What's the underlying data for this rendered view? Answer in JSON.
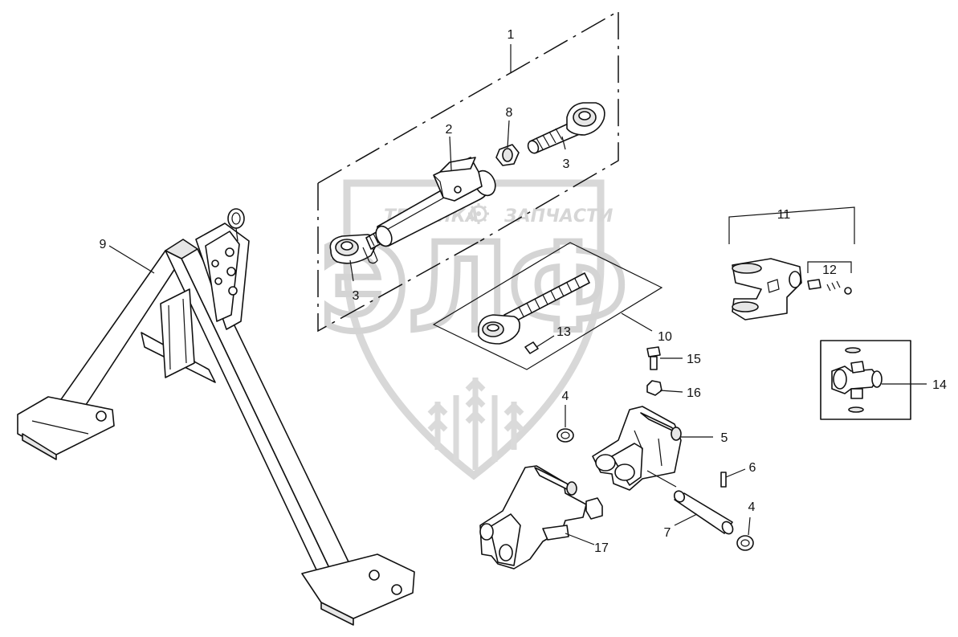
{
  "watermark": {
    "top_left_word": "ТЕХНИКА",
    "top_right_word": "ЗАПЧАСТИ",
    "big_letters": "ЭЛФ",
    "gear_icon": "gear-icon",
    "grain_icon": "wheat-icon"
  },
  "callouts": {
    "c1": "1",
    "c2": "2",
    "c3a": "3",
    "c3b": "3",
    "c4a": "4",
    "c4b": "4",
    "c5": "5",
    "c6": "6",
    "c7": "7",
    "c8": "8",
    "c9": "9",
    "c10": "10",
    "c11": "11",
    "c12": "12",
    "c13": "13",
    "c14": "14",
    "c15": "15",
    "c16": "16",
    "c17": "17"
  },
  "colors": {
    "line": "#111111",
    "watermark": "#d4d4d4",
    "background": "#ffffff"
  }
}
